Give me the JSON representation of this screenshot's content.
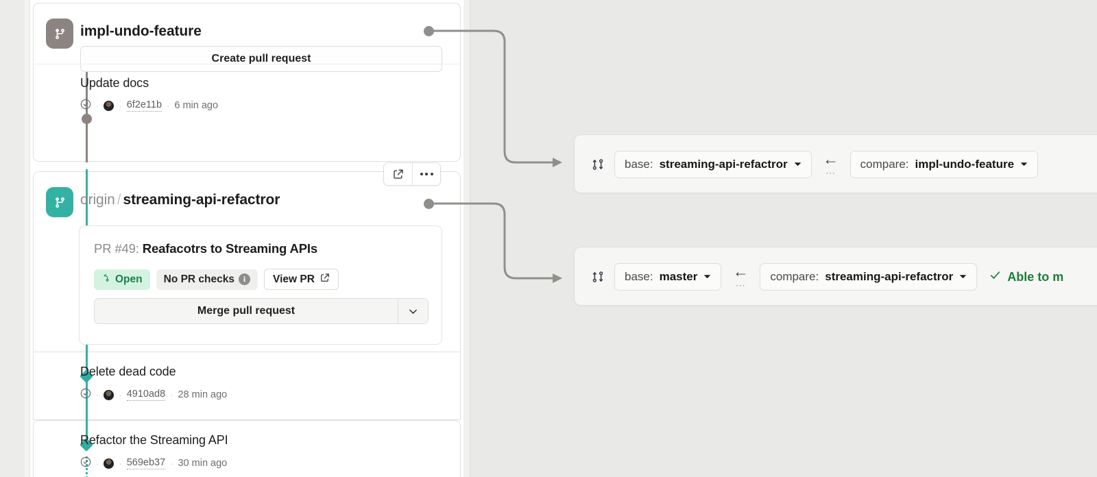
{
  "branch_panel": {
    "local_branch": {
      "icon": "git-branch-icon",
      "name": "impl-undo-feature",
      "create_pr_label": "Create pull request",
      "commits": [
        {
          "title": "Update docs",
          "status_icon": "check-circle-icon",
          "author_icon": "avatar",
          "sha": "6f2e11b",
          "time": "6 min ago",
          "sep": "·"
        }
      ]
    },
    "origin_branch": {
      "icon": "git-branch-icon",
      "remote": "origin",
      "slash": "/",
      "name": "streaming-api-refactror",
      "actions": {
        "open_external_icon": "external-link-icon",
        "more_icon": "kebab-menu-icon"
      },
      "pull_request": {
        "number_label": "PR #49:",
        "title": "Reafacotrs to Streaming APIs",
        "state_badge": "Open",
        "state_icon": "pull-request-icon",
        "checks_badge": "No PR checks",
        "checks_info_icon": "i",
        "view_pr_label": "View PR",
        "view_pr_icon": "external-link-icon",
        "merge_label": "Merge pull request",
        "merge_caret_icon": "chevron-down-icon"
      },
      "commits": [
        {
          "title": "Delete dead code",
          "status_icon": "check-circle-icon",
          "author_icon": "avatar",
          "sha": "4910ad8",
          "time": "28 min ago",
          "sep": "·"
        },
        {
          "title": "Refactor the Streaming API",
          "status_icon": "check-circle-icon",
          "author_icon": "avatar",
          "sha": "569eb37",
          "time": "30 min ago",
          "sep": "·"
        }
      ]
    }
  },
  "compare_cards": [
    {
      "icon": "git-compare-icon",
      "base_prefix": "base:",
      "base_value": "streaming-api-refactror",
      "base_caret": "chevron-down-icon",
      "arrow": "←",
      "arrow_dots": "⋯",
      "compare_prefix": "compare:",
      "compare_value": "impl-undo-feature",
      "compare_caret": "chevron-down-icon",
      "status_text": "",
      "status_icon": ""
    },
    {
      "icon": "git-compare-icon",
      "base_prefix": "base:",
      "base_value": "master",
      "base_caret": "chevron-down-icon",
      "arrow": "←",
      "arrow_dots": "⋯",
      "compare_prefix": "compare:",
      "compare_value": "streaming-api-refactror",
      "compare_caret": "chevron-down-icon",
      "status_icon": "check-icon",
      "status_text": "Able to m"
    }
  ],
  "colors": {
    "teal": "#33b2a4",
    "gray_branch": "#8b8480",
    "open_green_text": "#1a7f4e",
    "open_green_bg": "#d3f3e0",
    "merge_green": "#1a7f37",
    "connector": "#8f8f8b"
  }
}
